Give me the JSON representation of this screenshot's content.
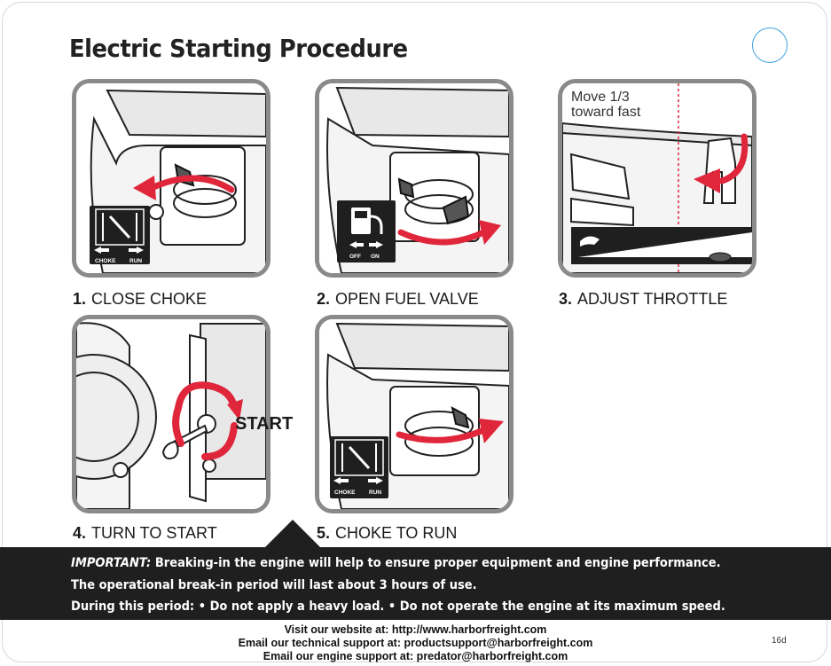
{
  "title": "Electric Starting Procedure",
  "steps": [
    {
      "num": "1.",
      "label": "CLOSE CHOKE"
    },
    {
      "num": "2.",
      "label": "OPEN FUEL VALVE"
    },
    {
      "num": "3.",
      "label": "ADJUST THROTTLE"
    },
    {
      "num": "4.",
      "label": "TURN TO START"
    },
    {
      "num": "5.",
      "label": "CHOKE TO RUN"
    }
  ],
  "panel_text": {
    "choke_left": "CHOKE",
    "choke_right": "RUN",
    "fuel_left": "OFF",
    "fuel_right": "ON",
    "throttle_note_line1": "Move 1/3",
    "throttle_note_line2": "toward fast",
    "start_label": "START"
  },
  "important": {
    "keyword": "IMPORTANT:",
    "line1": "Breaking-in the engine will help to ensure proper equipment and engine performance.",
    "line2": "The operational break-in period will last about 3 hours of use.",
    "line3": "During this period: • Do not apply a heavy load. • Do not operate the engine at its maximum speed."
  },
  "footer": {
    "line1": "Visit our website at: http://www.harborfreight.com",
    "line2": "Email our technical support at: productsupport@harborfreight.com",
    "line3": "Email our engine support at: predator@harborfreight.com",
    "page_number": "16d"
  },
  "colors": {
    "arrow_red": "#e0263a",
    "panel_border": "#8a8a8a",
    "bar_dark": "#1f1f1f",
    "accent_blue": "#3da3e0"
  }
}
